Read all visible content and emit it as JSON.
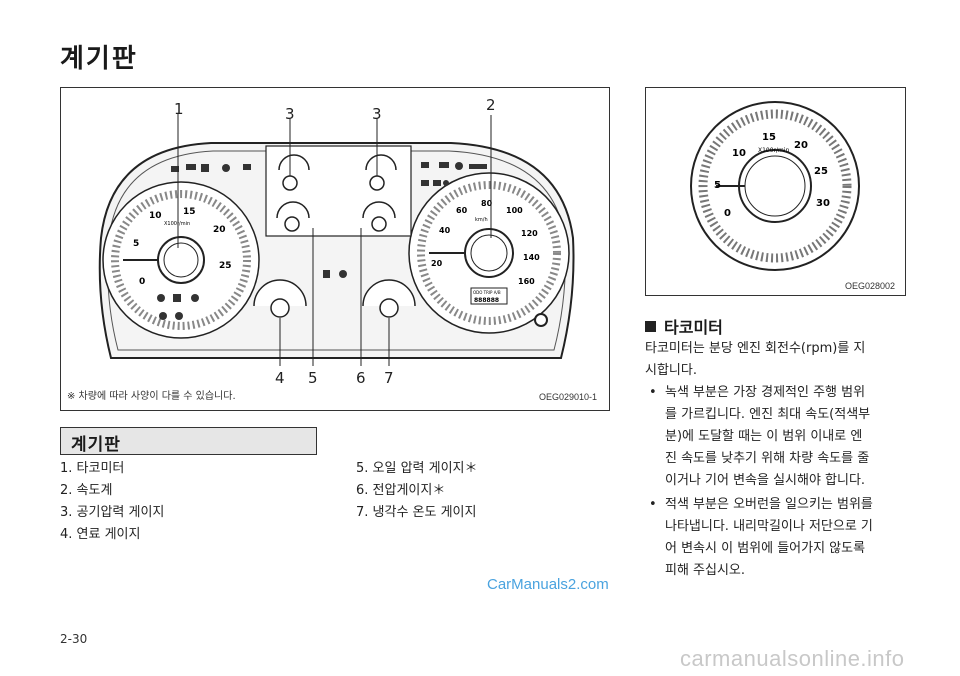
{
  "page_title": "계기판",
  "figure_main": {
    "callouts": [
      "1",
      "3",
      "3",
      "2",
      "4",
      "5",
      "6",
      "7"
    ],
    "note": "※ 차량에 따라 사양이 다를 수 있습니다.",
    "code": "OEG029010-1",
    "tacho_ticks": [
      "0",
      "5",
      "10",
      "15",
      "20",
      "25"
    ],
    "tacho_unit": "X100r/min",
    "speedo_ticks": [
      "20",
      "40",
      "60",
      "80",
      "100",
      "120",
      "140",
      "160"
    ],
    "speedo_unit": "km/h",
    "odo_label": "ODO TRIP A/B",
    "odo_digits": "888888"
  },
  "figure_tacho": {
    "code": "OEG028002",
    "ticks": [
      "0",
      "5",
      "10",
      "15",
      "20",
      "25",
      "30"
    ],
    "unit": "X100r/min"
  },
  "section_title": "계기판",
  "list_left": [
    "1. 타코미터",
    "2. 속도계",
    "3. 공기압력 게이지",
    "4. 연료 게이지"
  ],
  "list_right": [
    "5. 오일 압력 게이지＊",
    "6. 전압게이지＊",
    "7. 냉각수 온도 게이지"
  ],
  "tacho_heading": "타코미터",
  "tacho_intro_1": "타코미터는 분당 엔진 회전수(rpm)를 지",
  "tacho_intro_2": "시합니다.",
  "bullet_1": [
    "녹색 부분은 가장 경제적인 주행 범위",
    "를 가르킵니다. 엔진 최대 속도(적색부",
    "분)에 도달할 때는 이 범위 이내로 엔",
    "진 속도를 낮추기 위해 차량 속도를 줄",
    "이거나 기어 변속을 실시해야 합니다."
  ],
  "bullet_2": [
    "적색 부분은 오버런을 일으키는 범위를",
    "나타냅니다. 내리막길이나 저단으로 기",
    "어 변속시 이 범위에 들어가지 않도록",
    "피해 주십시오."
  ],
  "bullet_symbol": "•",
  "watermark": "CarManuals2.com",
  "page_number": "2-30",
  "footer": "carmanualsonline.info"
}
